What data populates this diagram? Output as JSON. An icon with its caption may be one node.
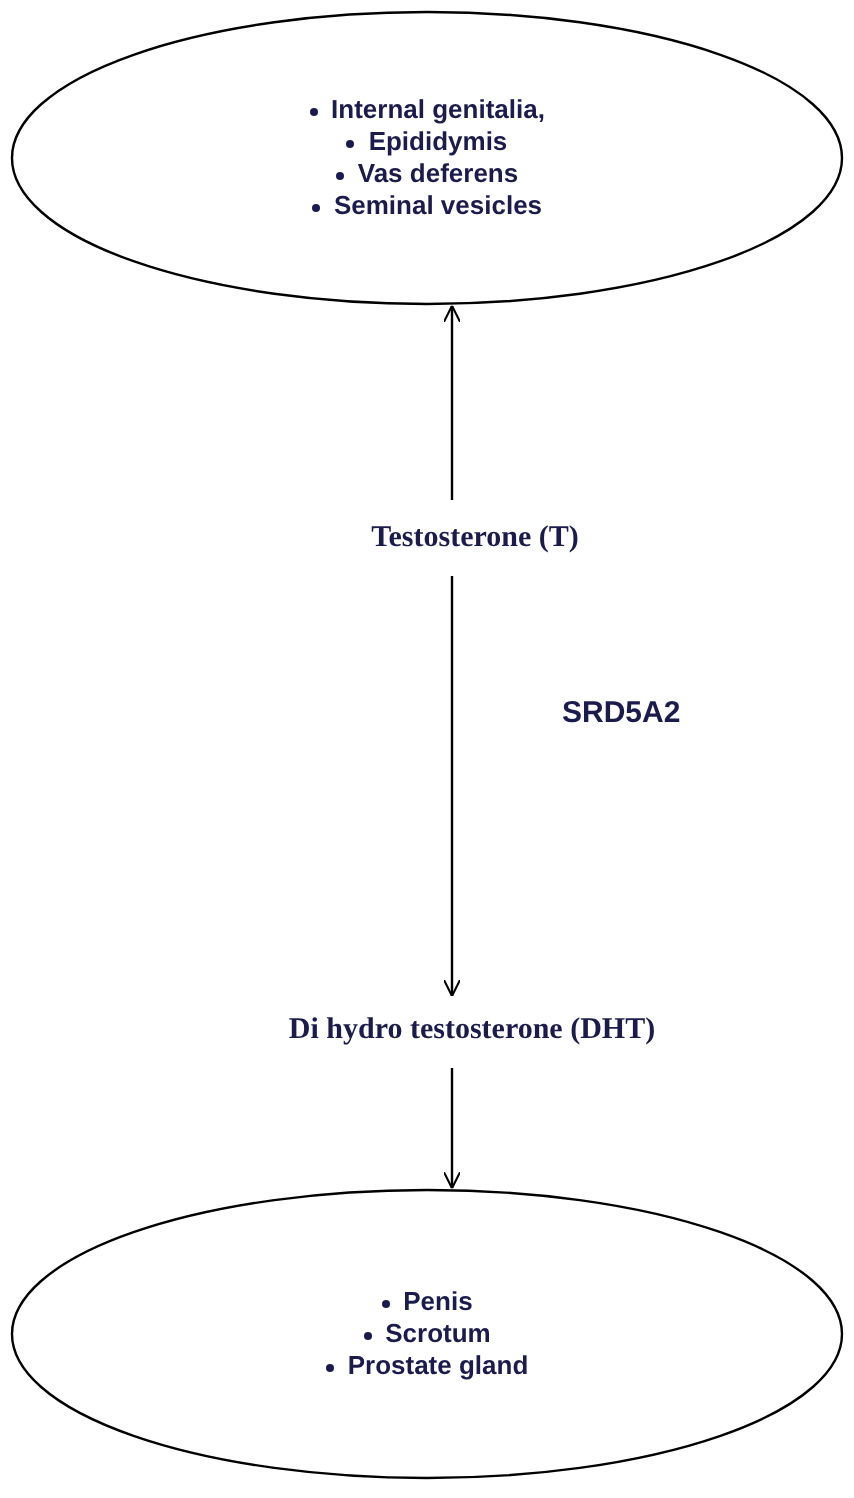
{
  "diagram": {
    "nodes": [
      {
        "text": [
          "Internal genitalia,",
          "Epididymis",
          "Vas deferens",
          "Seminal vesicles"
        ]
      },
      {
        "text": [
          "Testosterone (T)"
        ]
      },
      {
        "text": [
          "Di hydro testosterone (DHT)"
        ]
      },
      {
        "text": [
          "Penis",
          "Scrotum",
          "Prostate gland"
        ]
      }
    ],
    "edges": [
      {
        "from": 1,
        "to": 0,
        "arrow": "to"
      },
      {
        "from": 1,
        "to": 2,
        "arrow": "to",
        "label": "SRD5A2"
      },
      {
        "from": 2,
        "to": 3,
        "arrow": "to"
      }
    ]
  }
}
